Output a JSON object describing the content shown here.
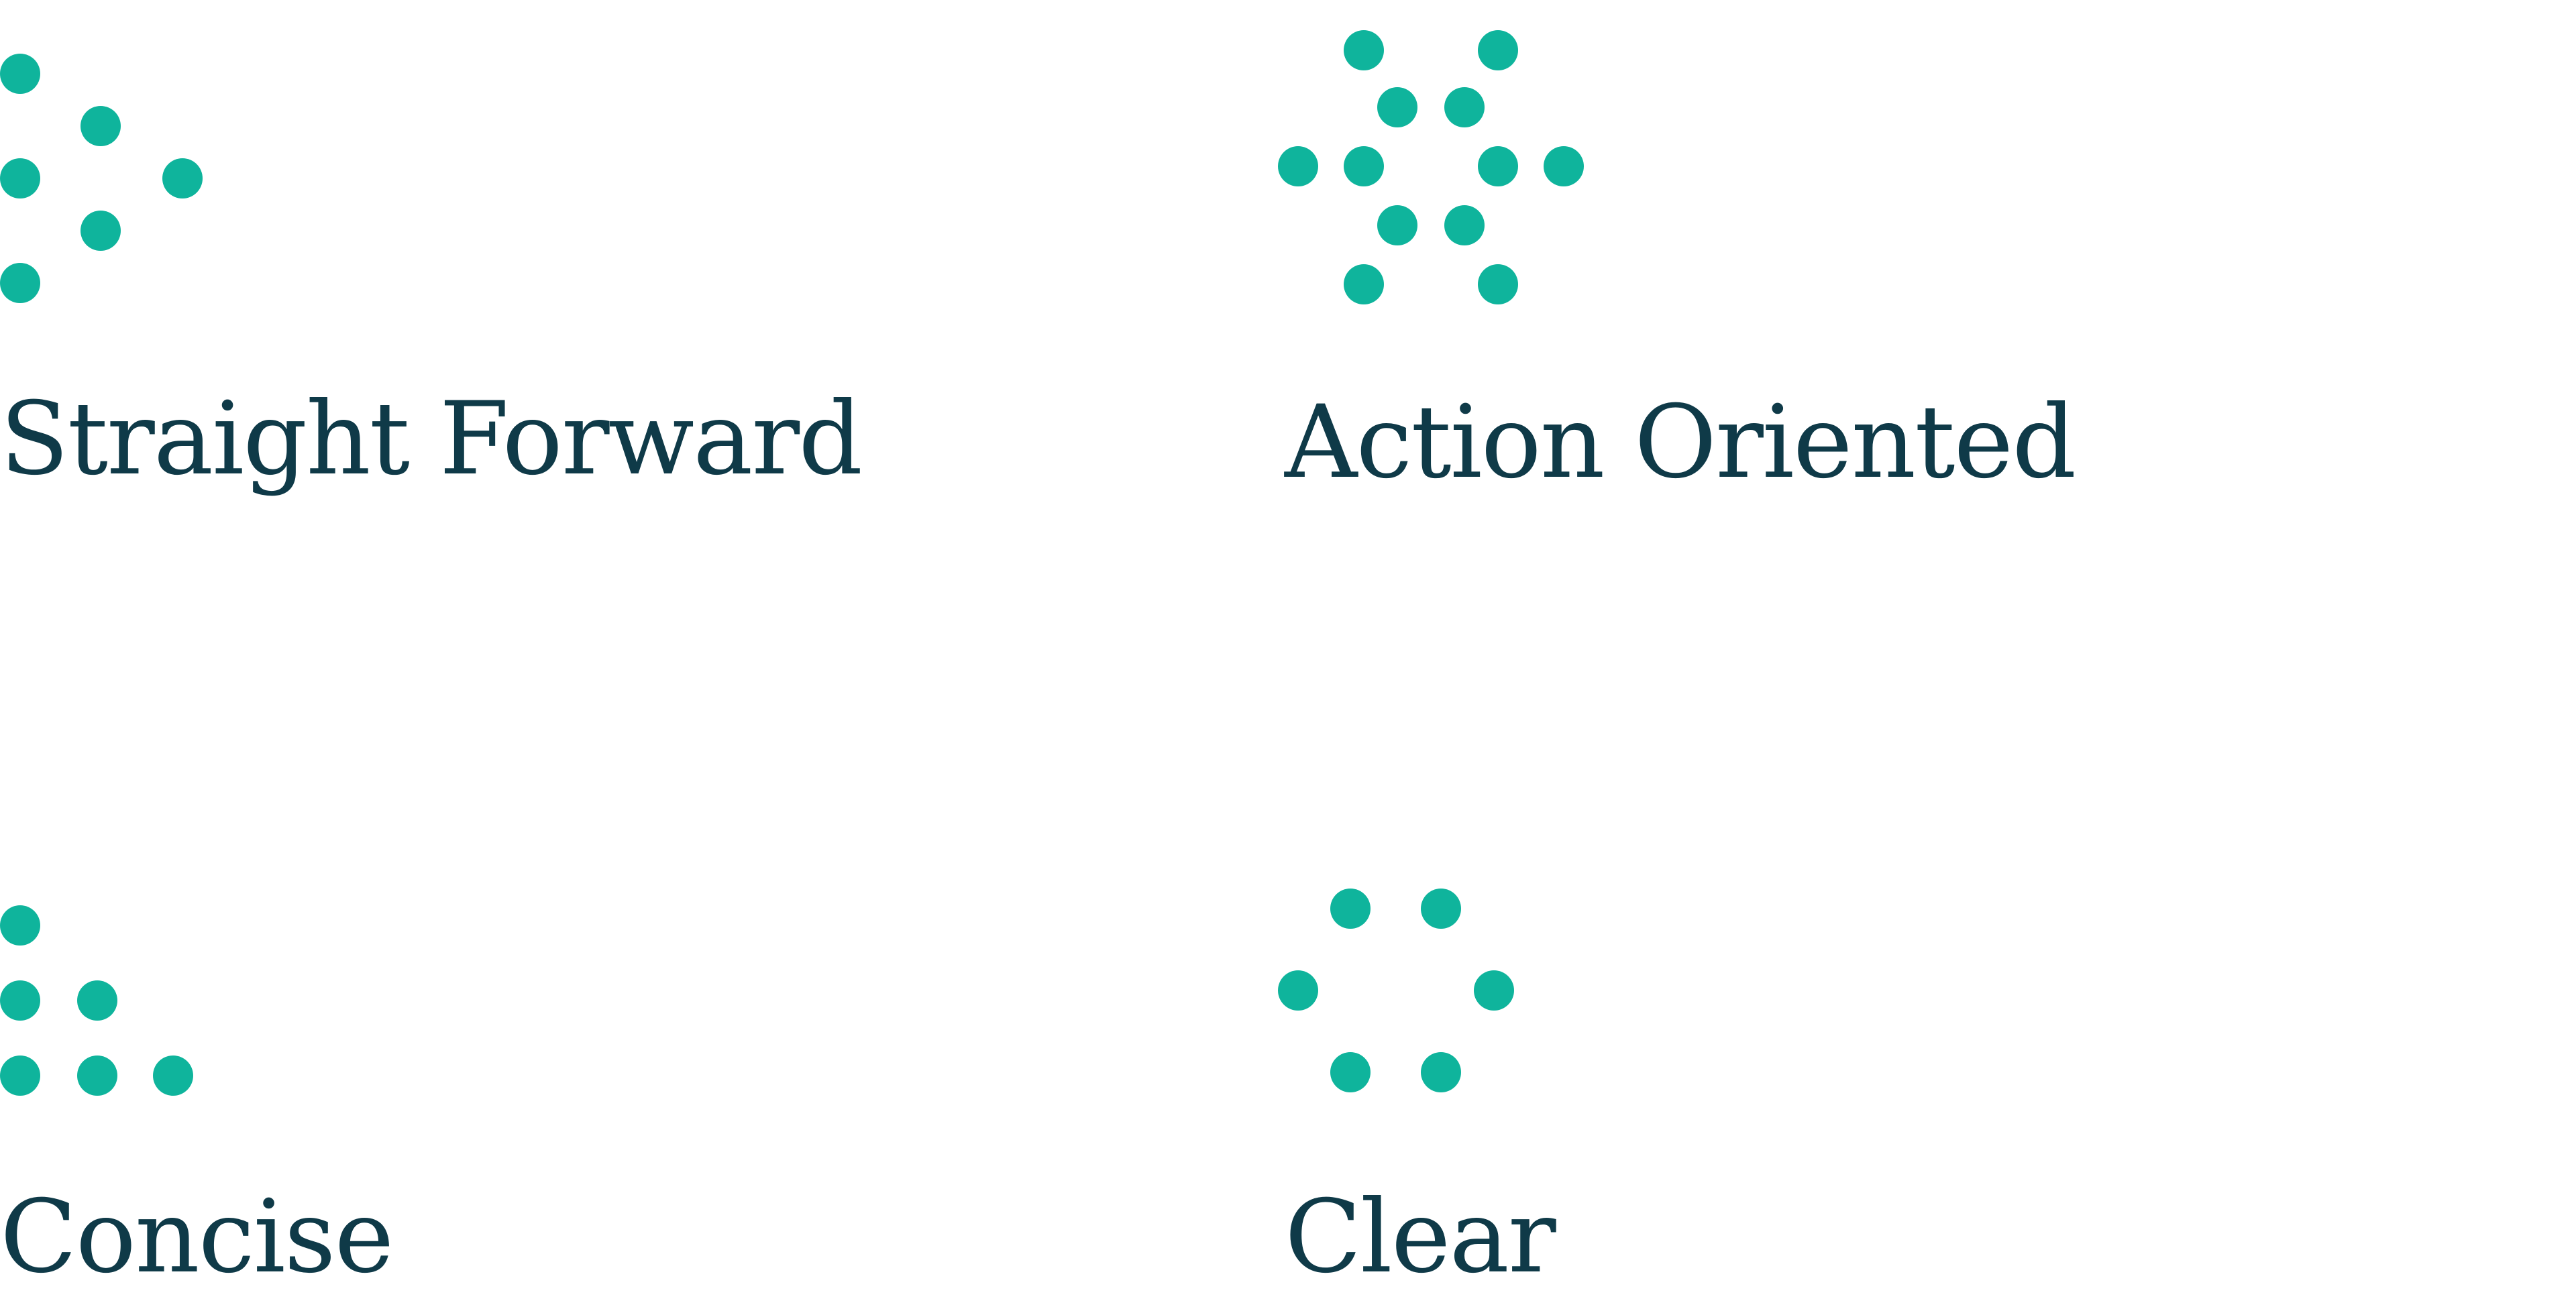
{
  "accent_color": "#0fb49c",
  "text_color": "#0f3a48",
  "principles": [
    {
      "label": "Straight Forward",
      "icon": "arrow-dots-icon"
    },
    {
      "label": "Action Oriented",
      "icon": "burst-dots-icon"
    },
    {
      "label": "Concise",
      "icon": "triangle-dots-icon"
    },
    {
      "label": "Clear",
      "icon": "hexagon-dots-icon"
    }
  ]
}
